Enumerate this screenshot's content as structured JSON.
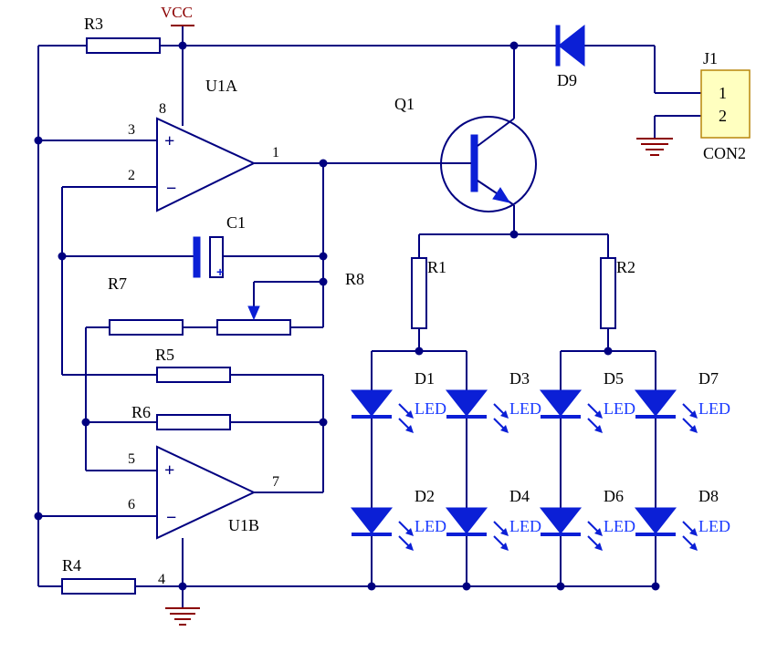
{
  "power": {
    "vcc": "VCC"
  },
  "opamps": {
    "u1a": {
      "name": "U1A",
      "pin_plus": "3",
      "pin_minus": "2",
      "pin_out": "1",
      "pin_vcc": "8",
      "plus": "+",
      "minus": "−"
    },
    "u1b": {
      "name": "U1B",
      "pin_plus": "5",
      "pin_minus": "6",
      "pin_out": "7",
      "pin_gnd": "4",
      "plus": "+",
      "minus": "−"
    }
  },
  "components": {
    "r1": "R1",
    "r2": "R2",
    "r3": "R3",
    "r4": "R4",
    "r5": "R5",
    "r6": "R6",
    "r7": "R7",
    "r8": "R8",
    "c1": "C1",
    "c1_plus": "+",
    "q1": "Q1",
    "d9": "D9"
  },
  "connector": {
    "ref": "J1",
    "type": "CON2",
    "pin1": "1",
    "pin2": "2"
  },
  "leds": [
    {
      "ref": "D1",
      "type": "LED"
    },
    {
      "ref": "D2",
      "type": "LED"
    },
    {
      "ref": "D3",
      "type": "LED"
    },
    {
      "ref": "D4",
      "type": "LED"
    },
    {
      "ref": "D5",
      "type": "LED"
    },
    {
      "ref": "D6",
      "type": "LED"
    },
    {
      "ref": "D7",
      "type": "LED"
    },
    {
      "ref": "D8",
      "type": "LED"
    }
  ],
  "colors": {
    "wire": "#000080",
    "component": "#0b1fd6",
    "power_label": "#8b0000",
    "connector_fill": "#ffffc0"
  }
}
